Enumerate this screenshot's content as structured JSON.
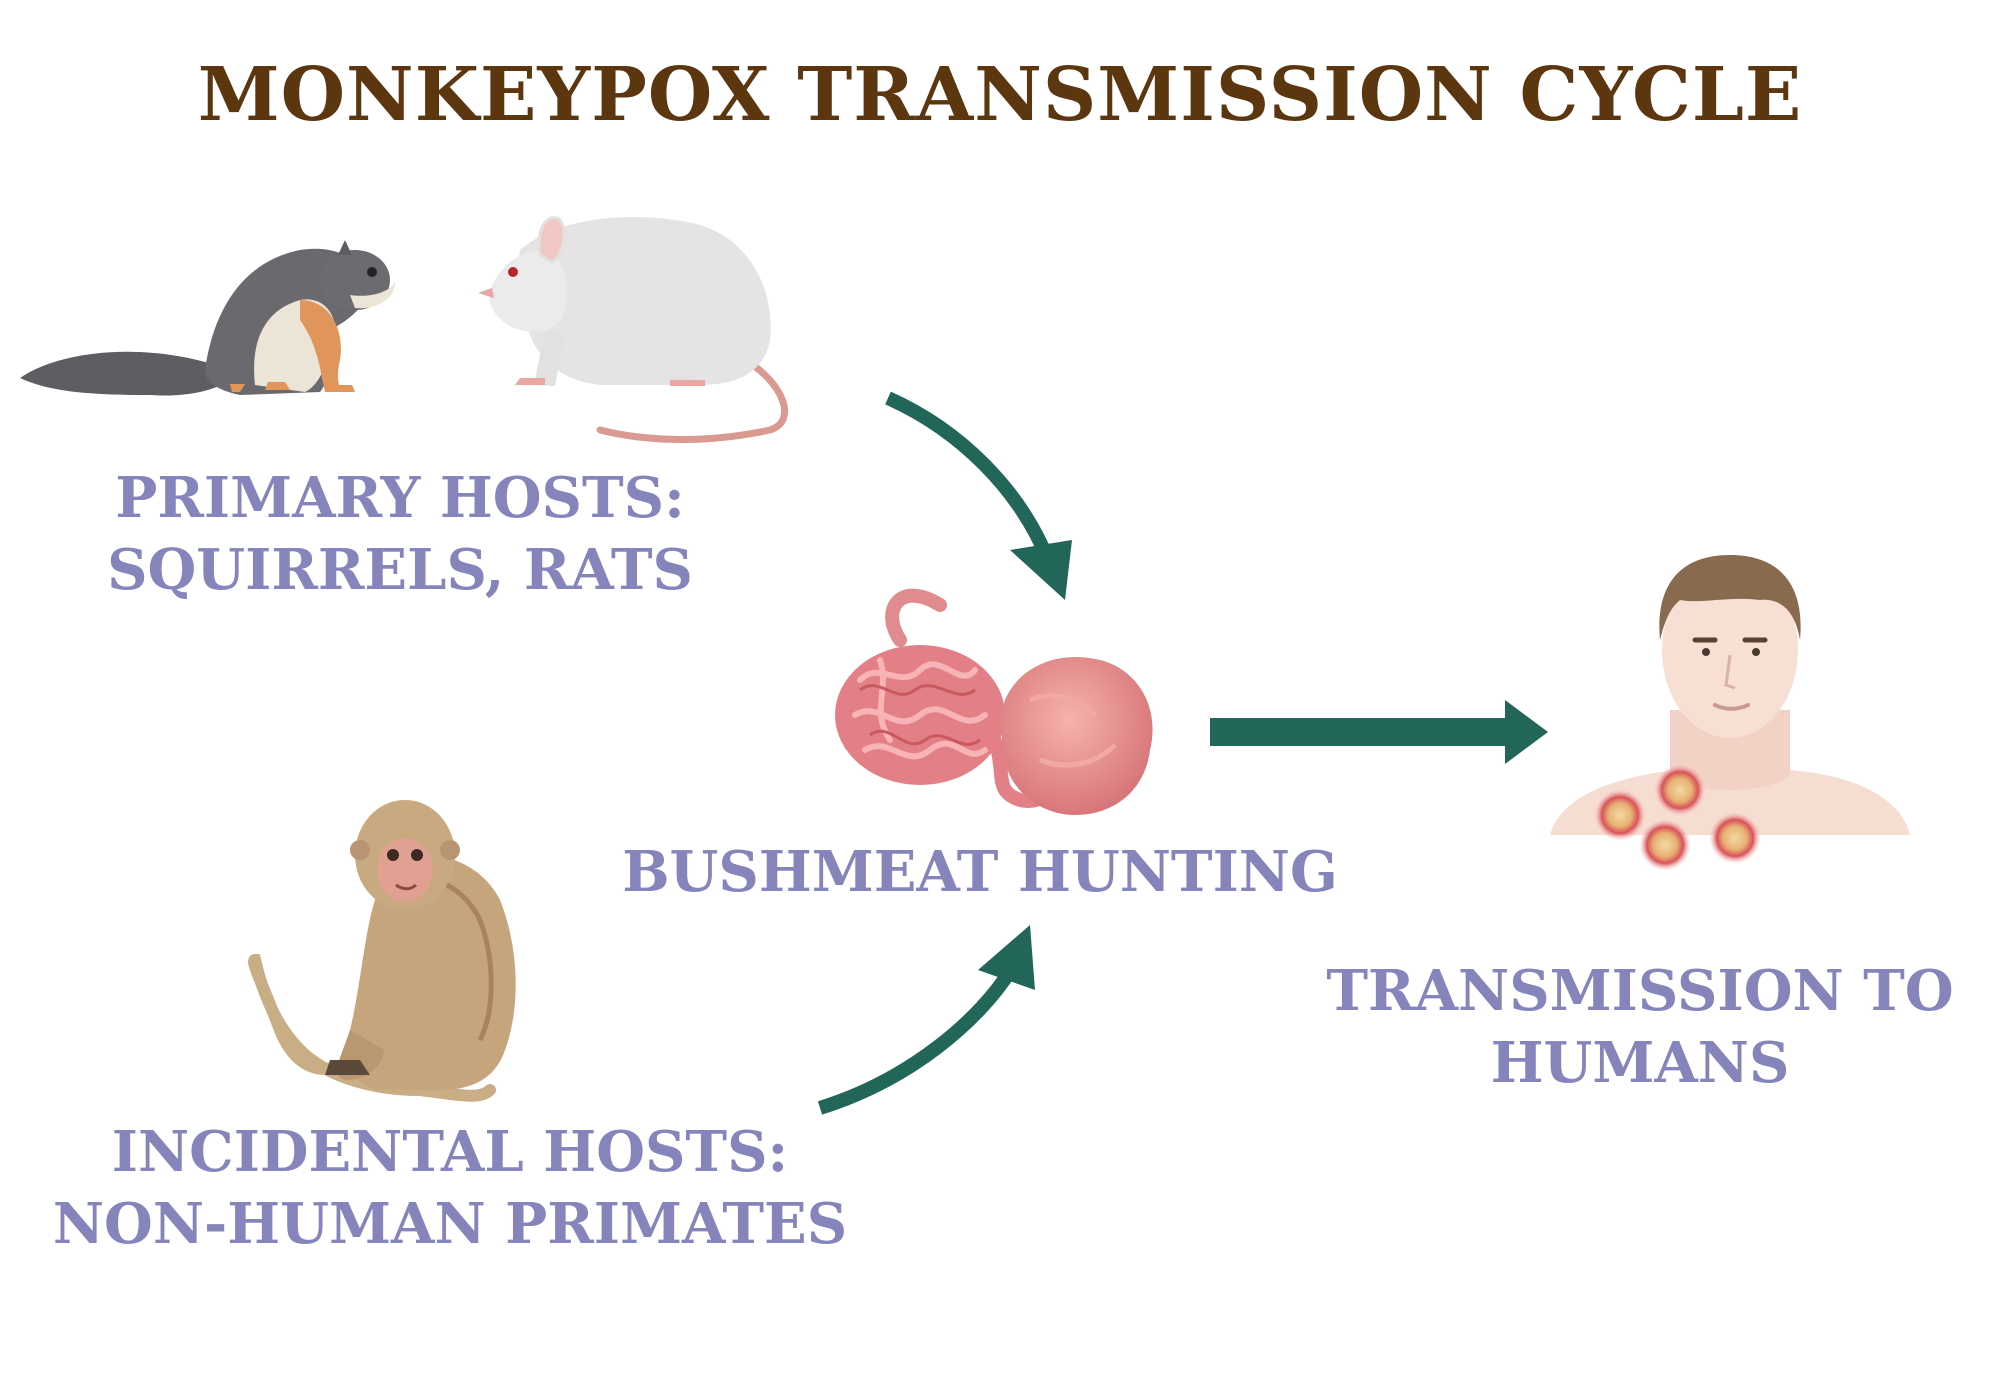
{
  "title": "MONKEYPOX TRANSMISSION CYCLE",
  "labels": {
    "primary": {
      "line1": "PRIMARY HOSTS:",
      "line2": "SQUIRRELS, RATS"
    },
    "bushmeat": {
      "line1": "BUSHMEAT HUNTING"
    },
    "humans": {
      "line1": "TRANSMISSION TO",
      "line2": "HUMANS"
    },
    "incidental": {
      "line1": "INCIDENTAL HOSTS:",
      "line2": "NON-HUMAN PRIMATES"
    }
  },
  "colors": {
    "title": "#5b360f",
    "label": "#8585bb",
    "arrow": "#22665a"
  },
  "icons": [
    "squirrel-icon",
    "rat-icon",
    "intestines-icon",
    "human-icon",
    "monkey-icon"
  ]
}
